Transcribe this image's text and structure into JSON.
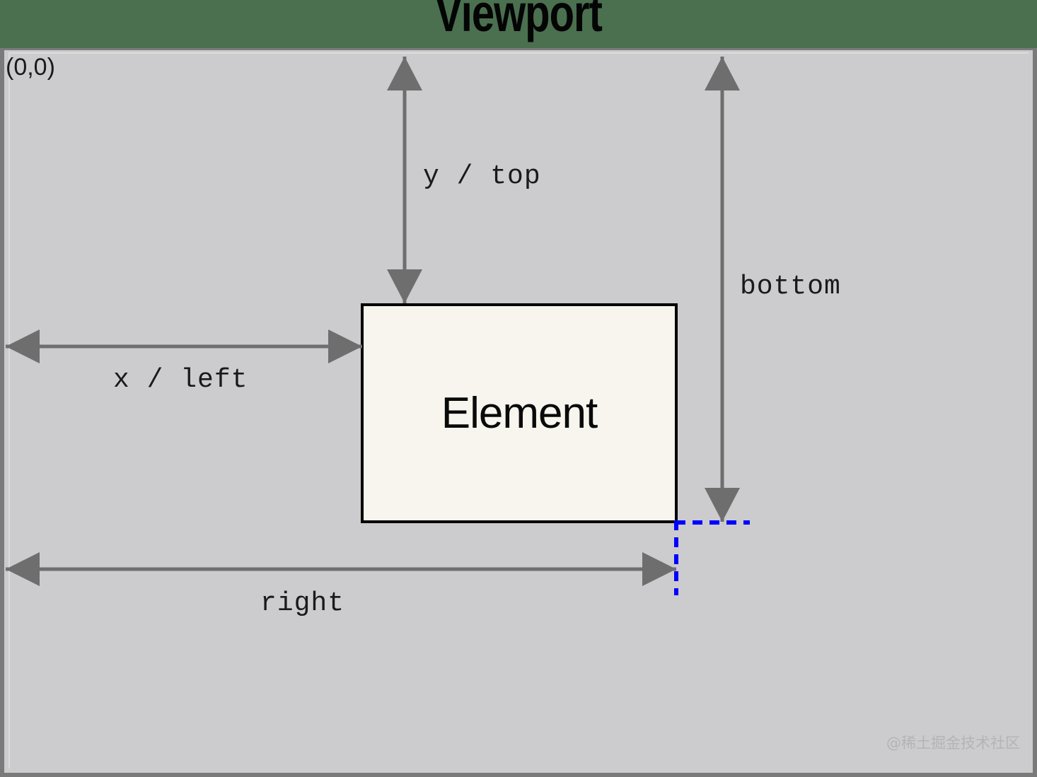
{
  "header": {
    "title": "Viewport",
    "band_color": "#4a7050"
  },
  "viewport": {
    "origin_label": "(0,0)",
    "background_color": "#ccccce",
    "border_color": "#7a7a7a"
  },
  "element": {
    "label": "Element",
    "fill_color": "#f7f5ee",
    "border_color": "#000000"
  },
  "measurements": [
    {
      "id": "y-top",
      "label": "y / top",
      "orientation": "vertical",
      "description": "distance from viewport top edge to element top edge"
    },
    {
      "id": "bottom",
      "label": "bottom",
      "orientation": "vertical",
      "description": "distance from viewport top edge to element bottom edge"
    },
    {
      "id": "x-left",
      "label": "x / left",
      "orientation": "horizontal",
      "description": "distance from viewport left edge to element left edge"
    },
    {
      "id": "right",
      "label": "right",
      "orientation": "horizontal",
      "description": "distance from viewport left edge to element right edge"
    }
  ],
  "guide_lines": {
    "color": "#0000ff",
    "style": "dashed"
  },
  "arrow_color": "#6e6e6e",
  "watermark": "@稀土掘金技术社区"
}
